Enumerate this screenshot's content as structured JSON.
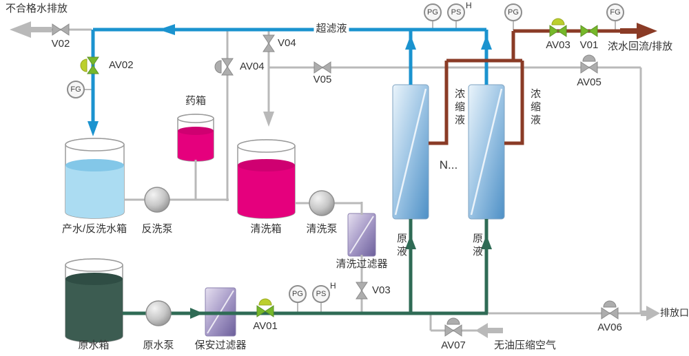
{
  "colors": {
    "pipe": "#b9b9b9",
    "blue": "#1b93cf",
    "green": "#2f6b55",
    "brown": "#8a3b26",
    "valve-gray": "#adadad",
    "valve-green": "#76b82a",
    "dome-yellow": "#bccf2e",
    "liquid-blue": "#abdcf2",
    "liquid-magenta": "#e5007d",
    "liquid-darkgreen": "#3c5c51"
  },
  "streams": {
    "ultrafiltrate": "超滤液",
    "concentrate": "浓缩液",
    "feed": "原液",
    "concentrate_return": "浓水回流/排放",
    "unqualified_water_discharge": "不合格水排放",
    "discharge_outlet": "排放口",
    "oil_free_compressed_air": "无油压缩空气"
  },
  "equipment": {
    "product_backwash_tank": "产水/反洗水箱",
    "chemical_tank": "药箱",
    "cleaning_tank": "清洗箱",
    "raw_water_tank": "原水箱",
    "backwash_pump": "反洗泵",
    "cleaning_pump": "清洗泵",
    "raw_water_pump": "原水泵",
    "cleaning_filter": "清洗过滤器",
    "security_filter": "保安过滤器",
    "module_count": "N..."
  },
  "valves": {
    "v01": "V01",
    "v02": "V02",
    "v03": "V03",
    "v04": "V04",
    "v05": "V05",
    "av01": "AV01",
    "av02": "AV02",
    "av03": "AV03",
    "av04": "AV04",
    "av05": "AV05",
    "av06": "AV06",
    "av07": "AV07"
  },
  "instruments": {
    "pg": "PG",
    "ps": "PS",
    "fg": "FG",
    "high": "H"
  }
}
